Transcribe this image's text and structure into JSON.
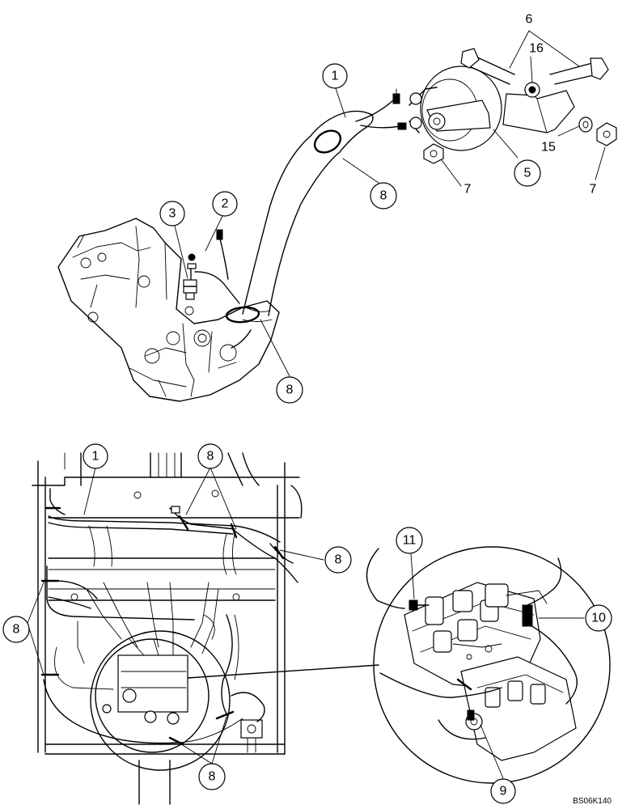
{
  "callouts": {
    "c1_top": "1",
    "c2": "2",
    "c3": "3",
    "c5": "5",
    "c8_top_a": "8",
    "c8_top_b": "8",
    "c1_bottom": "1",
    "c8_bottom_a": "8",
    "c8_bottom_b": "8",
    "c8_bottom_c": "8",
    "c8_bottom_d": "8",
    "c11": "11",
    "c10": "10",
    "c9": "9"
  },
  "labels": {
    "l6": "6",
    "l16": "16",
    "l15": "15",
    "l7_left": "7",
    "l7_right": "7"
  },
  "figure_code": "BS06K140"
}
